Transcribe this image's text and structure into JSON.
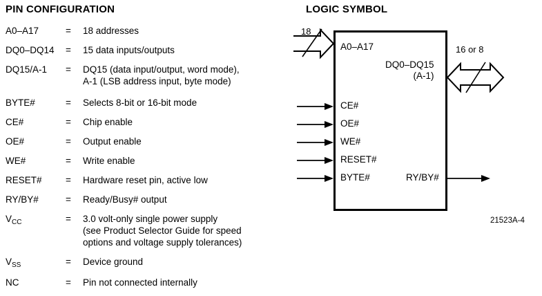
{
  "pin_configuration": {
    "title": "PIN CONFIGURATION",
    "equals_sign": "=",
    "rows": [
      {
        "name": "A0–A17",
        "desc": "18 addresses"
      },
      {
        "name": "DQ0–DQ14",
        "desc": "15 data inputs/outputs"
      },
      {
        "name": "DQ15/A-1",
        "desc": "DQ15 (data input/output, word mode),\nA-1 (LSB address input, byte mode)"
      },
      {
        "name": "BYTE#",
        "desc": "Selects 8-bit or 16-bit mode"
      },
      {
        "name": "CE#",
        "desc": "Chip enable"
      },
      {
        "name": "OE#",
        "desc": "Output enable"
      },
      {
        "name": "WE#",
        "desc": "Write enable"
      },
      {
        "name": "RESET#",
        "desc": "Hardware reset pin, active low"
      },
      {
        "name": "RY/BY#",
        "desc": "Ready/Busy# output"
      },
      {
        "name": "VCC",
        "name_base": "V",
        "name_sub": "CC",
        "desc": "3.0 volt-only single power supply\n(see Product Selector Guide for speed\noptions and voltage supply tolerances)"
      },
      {
        "name": "VSS",
        "name_base": "V",
        "name_sub": "SS",
        "desc": "Device ground"
      },
      {
        "name": "NC",
        "desc": "Pin not connected internally"
      }
    ]
  },
  "logic_symbol": {
    "title": "LOGIC SYMBOL",
    "address_port": "A0–A17",
    "address_bus_width": "18",
    "data_port_line1": "DQ0–DQ15",
    "data_port_line2": "(A-1)",
    "data_bus_width": "16 or 8",
    "control_inputs": [
      {
        "label": "CE#"
      },
      {
        "label": "OE#"
      },
      {
        "label": "WE#"
      },
      {
        "label": "RESET#"
      },
      {
        "label": "BYTE#"
      }
    ],
    "output": {
      "label": "RY/BY#"
    },
    "part_number": "21523A-4"
  }
}
